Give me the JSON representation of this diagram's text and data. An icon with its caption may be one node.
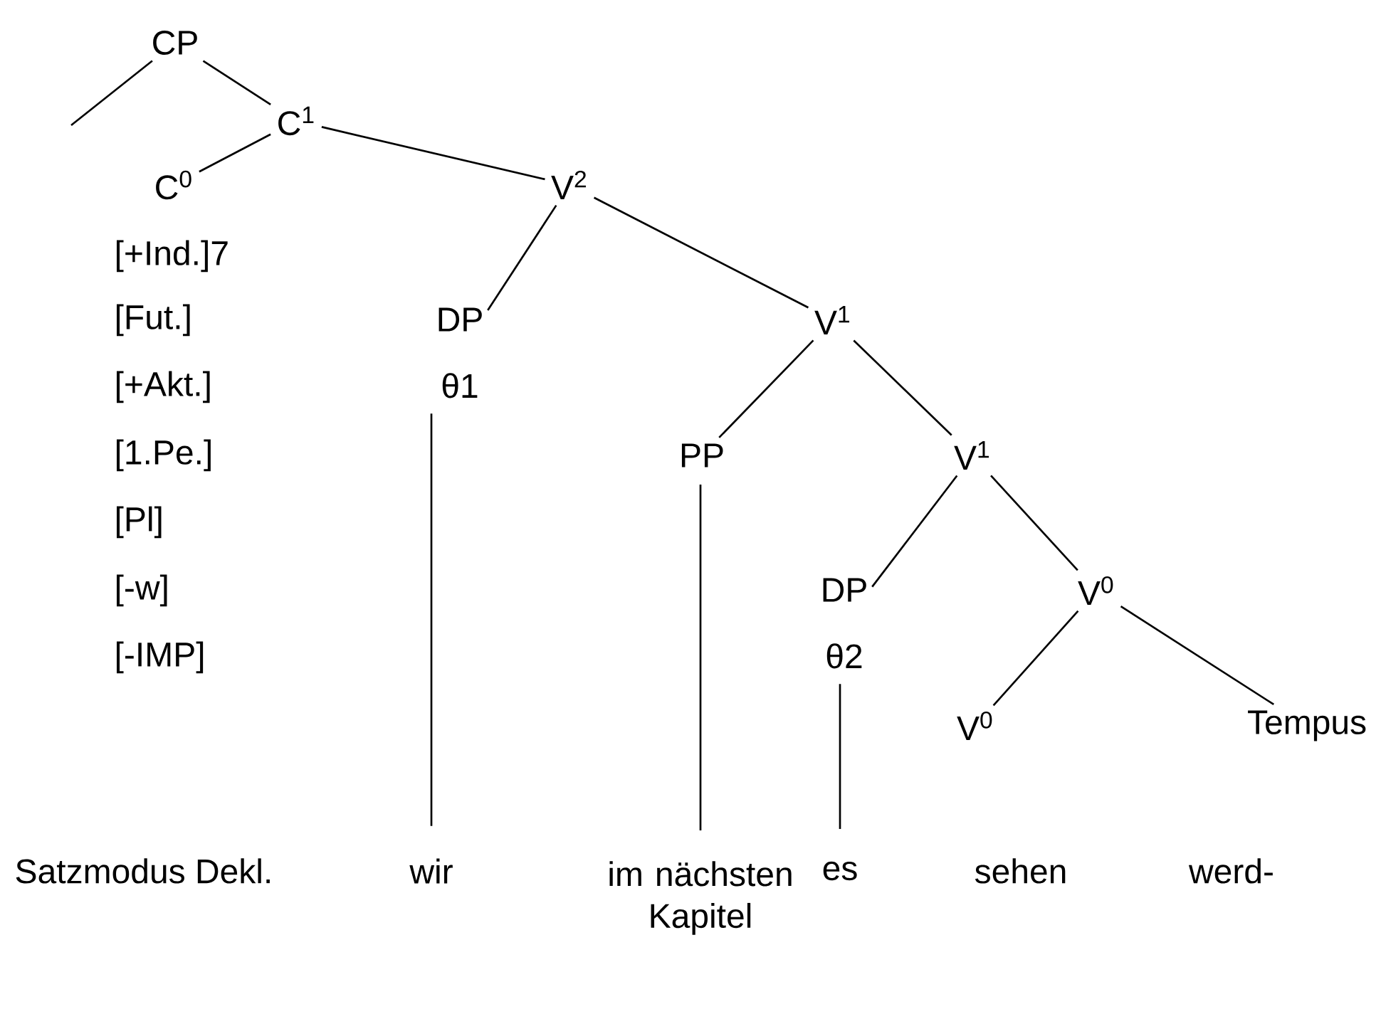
{
  "diagram": {
    "nodes": [
      {
        "text": [
          "CP"
        ]
      },
      {
        "text": [
          "C$^{1}$"
        ]
      },
      {
        "text": [
          "C$^{0}$"
        ]
      },
      {
        "text": [
          "V$^{2}$"
        ]
      },
      {
        "text": [
          "DP",
          "θ1"
        ]
      },
      {
        "text": [
          "V$^{1}$"
        ]
      },
      {
        "text": [
          "PP"
        ]
      },
      {
        "text": [
          "V$^{1}$"
        ]
      },
      {
        "text": [
          "DP",
          "θ2"
        ]
      },
      {
        "text": [
          "V$^{0}$"
        ]
      },
      {
        "text": [
          "V$^{0}$"
        ]
      },
      {
        "text": [
          "Tempus"
        ]
      },
      {
        "text": [
          "wir"
        ]
      },
      {
        "text": [
          "im nächsten Kapitel"
        ]
      },
      {
        "text": [
          "es"
        ]
      }
    ],
    "edges": [
      {
        "from": 0,
        "to": null,
        "arrow": "none"
      },
      {
        "from": 0,
        "to": 1,
        "arrow": "none"
      },
      {
        "from": 1,
        "to": 2,
        "arrow": "none"
      },
      {
        "from": 1,
        "to": 3,
        "arrow": "none"
      },
      {
        "from": 3,
        "to": 4,
        "arrow": "none"
      },
      {
        "from": 3,
        "to": 5,
        "arrow": "none"
      },
      {
        "from": 5,
        "to": 6,
        "arrow": "none"
      },
      {
        "from": 5,
        "to": 7,
        "arrow": "none"
      },
      {
        "from": 7,
        "to": 8,
        "arrow": "none"
      },
      {
        "from": 7,
        "to": 9,
        "arrow": "none"
      },
      {
        "from": 9,
        "to": 10,
        "arrow": "none"
      },
      {
        "from": 9,
        "to": 11,
        "arrow": "none"
      },
      {
        "from": 4,
        "to": 12,
        "arrow": "none"
      },
      {
        "from": 6,
        "to": 13,
        "arrow": "none"
      },
      {
        "from": 8,
        "to": 14,
        "arrow": "none"
      }
    ],
    "labels": [
      "[+Ind.]7",
      "[Fut.]",
      "[+Akt.]",
      "[1.Pe.]",
      "[Pl]",
      "[-w]",
      "[-IMP]",
      "Satzmodus Dekl.",
      "sehen",
      "werd-"
    ]
  }
}
